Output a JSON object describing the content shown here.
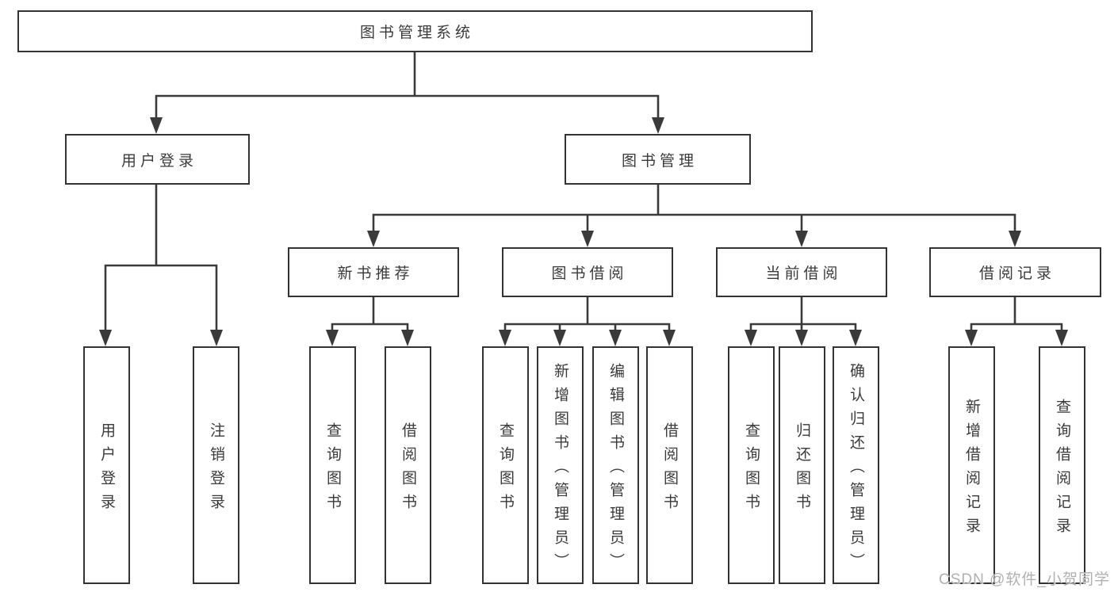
{
  "tree": {
    "root": {
      "label": "图书管理系统",
      "children": [
        {
          "label": "用户登录",
          "children": [
            {
              "label": "用户登录"
            },
            {
              "label": "注销登录"
            }
          ]
        },
        {
          "label": "图书管理",
          "children": [
            {
              "label": "新书推荐",
              "children": [
                {
                  "label": "查询图书"
                },
                {
                  "label": "借阅图书"
                }
              ]
            },
            {
              "label": "图书借阅",
              "children": [
                {
                  "label": "查询图书"
                },
                {
                  "label": "新增图书（管理员）"
                },
                {
                  "label": "编辑图书（管理员）"
                },
                {
                  "label": "借阅图书"
                }
              ]
            },
            {
              "label": "当前借阅",
              "children": [
                {
                  "label": "查询图书"
                },
                {
                  "label": "归还图书"
                },
                {
                  "label": "确认归还（管理员）"
                }
              ]
            },
            {
              "label": "借阅记录",
              "children": [
                {
                  "label": "新增借阅记录"
                },
                {
                  "label": "查询借阅记录"
                }
              ]
            }
          ]
        }
      ]
    }
  },
  "watermark": {
    "text": "CSDN @软件_小贺同学"
  },
  "colors": {
    "line": "#3a3a3a",
    "box_border": "#333333",
    "text": "#3a3a3a",
    "background": "#ffffff",
    "watermark": "#b0b0b0"
  }
}
